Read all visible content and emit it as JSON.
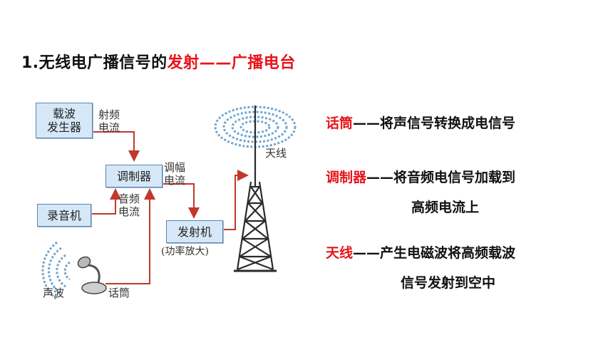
{
  "title": {
    "prefix": "1.无线电广播信号的",
    "highlight1": "发射",
    "dash": "——",
    "highlight2": "广播电台"
  },
  "diagram": {
    "carrier_box": [
      "载波",
      "发生器"
    ],
    "carrier_current": [
      "射频",
      "电流"
    ],
    "modulator_box": "调制器",
    "am_current": [
      "调幅",
      "电流"
    ],
    "recorder_box": "录音机",
    "audio_current": [
      "音频",
      "电流"
    ],
    "transmitter_box": "发射机",
    "transmitter_note": "(功率放大)",
    "antenna_label": "天线",
    "soundwave_label": "声波",
    "microphone_label": "话筒",
    "colors": {
      "arrow": "#c0392b",
      "wave": "#6ea6cf",
      "tower": "#2a2a2a",
      "box_fill": "#d6e8f7"
    }
  },
  "descriptions": [
    {
      "term": "话筒",
      "dash": "——",
      "text": "将声信号转换成电信号",
      "cont": ""
    },
    {
      "term": "调制器",
      "dash": "——",
      "text": "将音频电信号加载到",
      "cont": "高频电流上"
    },
    {
      "term": "天线",
      "dash": "——",
      "text": "产生电磁波将高频载波",
      "cont": "信号发射到空中"
    }
  ]
}
